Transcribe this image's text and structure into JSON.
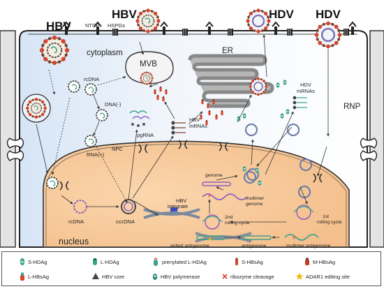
{
  "top_labels": {
    "hbv_left": "HBV",
    "hbv_top": "HBV",
    "hdv_mid": "HDV",
    "hdv_right": "HDV",
    "ntcp": "NTCP",
    "hspgs": "HSPGs"
  },
  "cell": {
    "cytoplasm": "cytoplasm",
    "mvb": "MVB",
    "er": "ER",
    "rnp": "RNP",
    "npc": "NPC",
    "nucleus": "nucleus"
  },
  "hbv_cycle": {
    "rcdna_cyto": "rcDNA",
    "dna_minus": "DNA(-)",
    "rna_plus": "RNA(+)",
    "pgrna": "pgRNA",
    "hbv_mrnas_line1": "HBV",
    "hbv_mrnas_line2": "mRNAs",
    "rcdna_nuc": "rcDNA",
    "cccdna": "cccDNA",
    "hbv_integrate_line1": "HBV",
    "hbv_integrate_line2": "integrate"
  },
  "hdv_cycle": {
    "hdv_mrnas_line1": "HDV",
    "hdv_mrnas_line2": "mRNAs",
    "genome": "genome",
    "multimer_genome_line1": "multimer",
    "multimer_genome_line2": "genome",
    "second_rolling_line1": "2nd",
    "second_rolling_line2": "rolling cycle",
    "first_rolling_line1": "1st",
    "first_rolling_line2": "rolling cycle",
    "edited_antigenome": "eidted antigenome",
    "antigenome": "antigenome",
    "multimer_antigenome": "multimer antigenome"
  },
  "legend": [
    {
      "icon": "s-hdag-icon",
      "label": "S-HDAg"
    },
    {
      "icon": "l-hdag-icon",
      "label": "L-HDAg"
    },
    {
      "icon": "prenylated-l-hdag-icon",
      "label": "prenylated L-HDAg"
    },
    {
      "icon": "s-hbsag-icon",
      "label": "S-HBsAg"
    },
    {
      "icon": "m-hbsag-icon",
      "label": "M-HBsAg"
    },
    {
      "icon": "l-hbsag-icon",
      "label": "L-HBsAg"
    },
    {
      "icon": "hbv-core-icon",
      "label": "HBV core"
    },
    {
      "icon": "hbv-polymerase-icon",
      "label": "HBV polymerase"
    },
    {
      "icon": "ribozyme-cleavage-icon",
      "label": "ribozyme cleavage"
    },
    {
      "icon": "adar1-editing-site-icon",
      "label": "ADAR1 editing site"
    }
  ],
  "colors": {
    "nucleus": "#f7c99a",
    "cytoplasm_left": "#dbe8f7",
    "membrane": "#222222",
    "s_hbsag": "#d9432b",
    "m_hbsag": "#c0392b",
    "hdag": "#3aa38a",
    "genome_purple": "#8b5fbf",
    "er_gray": "#9a9a9a",
    "adar1_star": "#f2b705"
  }
}
